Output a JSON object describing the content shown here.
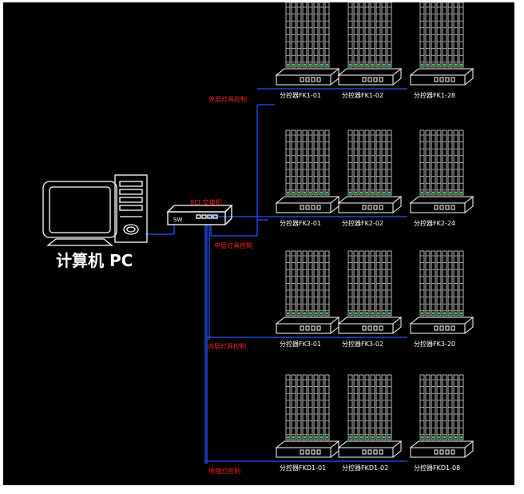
{
  "pc": {
    "label": "计算机 PC"
  },
  "switch": {
    "label": "8口 交换机",
    "face_label": "SW"
  },
  "groups": [
    {
      "name": "外层灯具控制",
      "controllers": [
        "分控器FK1-01",
        "分控器FK1-02",
        "分控器FK1-28"
      ]
    },
    {
      "name": "中层灯具控制",
      "controllers": [
        "分控器FK2-01",
        "分控器FK2-02",
        "分控器FK2-24"
      ]
    },
    {
      "name": "内层灯具控制",
      "controllers": [
        "分控器FK3-01",
        "分控器FK3-02",
        "分控器FK3-20"
      ]
    },
    {
      "name": "地埋灯控制",
      "controllers": [
        "分控器FKD1-01",
        "分控器FKD1-02",
        "分控器FKD1-08"
      ]
    }
  ],
  "colors": {
    "background": "#000000",
    "line_art": "#ffffff",
    "network_cable": "#2255ff",
    "group_label": "#ff2222",
    "light_dot": "#33cc55"
  },
  "icons": {
    "pc": "computer-icon",
    "switch": "network-switch-icon",
    "controller": "controller-unit-icon",
    "light": "led-light-string-icon"
  }
}
